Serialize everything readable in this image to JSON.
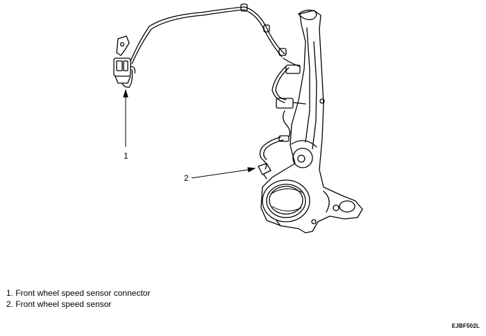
{
  "callouts": [
    {
      "number": "1"
    },
    {
      "number": "2"
    }
  ],
  "legend": [
    {
      "text": "1. Front wheel speed sensor connector"
    },
    {
      "text": "2. Front wheel speed sensor"
    }
  ],
  "figure_code": "EJBF502L",
  "colors": {
    "line": "#000000",
    "background": "#ffffff"
  }
}
